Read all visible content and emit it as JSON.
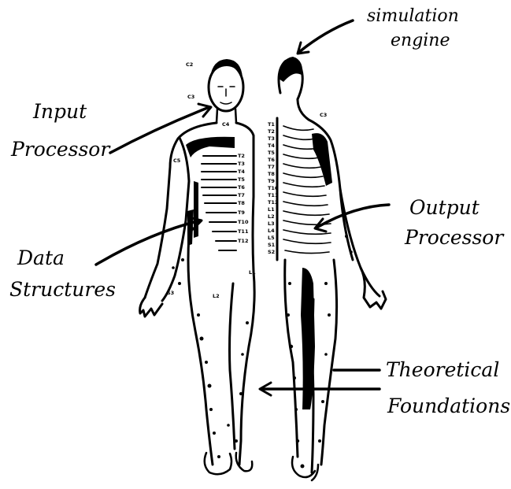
{
  "annotations": {
    "simulation_engine": [
      "simulation",
      "engine"
    ],
    "input_processor": [
      "Input",
      "Processor"
    ],
    "output_processor": [
      "Output",
      "Processor"
    ],
    "data_structures": [
      "Data",
      "Structures"
    ],
    "theoretical_foundations": [
      "Theoretical",
      "Foundations"
    ]
  },
  "segment_labels": {
    "c2_top": "C2",
    "c3_neck": "C3",
    "c4_neck": "C4",
    "c3_back": "C3",
    "c5_left": "C5",
    "l1_hip": "L1",
    "l2_hip": "L2",
    "s3_hand": "S3",
    "thoracic_right": [
      "T2",
      "T3",
      "T4",
      "T5",
      "T6",
      "T7",
      "T8",
      "T9",
      "T10",
      "T11",
      "T12"
    ],
    "thoracic_back": [
      "T1",
      "T2",
      "T3",
      "T4",
      "T5",
      "T6",
      "T7",
      "T8",
      "T9",
      "T10",
      "T11",
      "T12",
      "L1",
      "L2",
      "L3",
      "L4",
      "L5",
      "S1",
      "S2"
    ]
  },
  "colors": {
    "ink": "#000000",
    "background": "#ffffff"
  }
}
